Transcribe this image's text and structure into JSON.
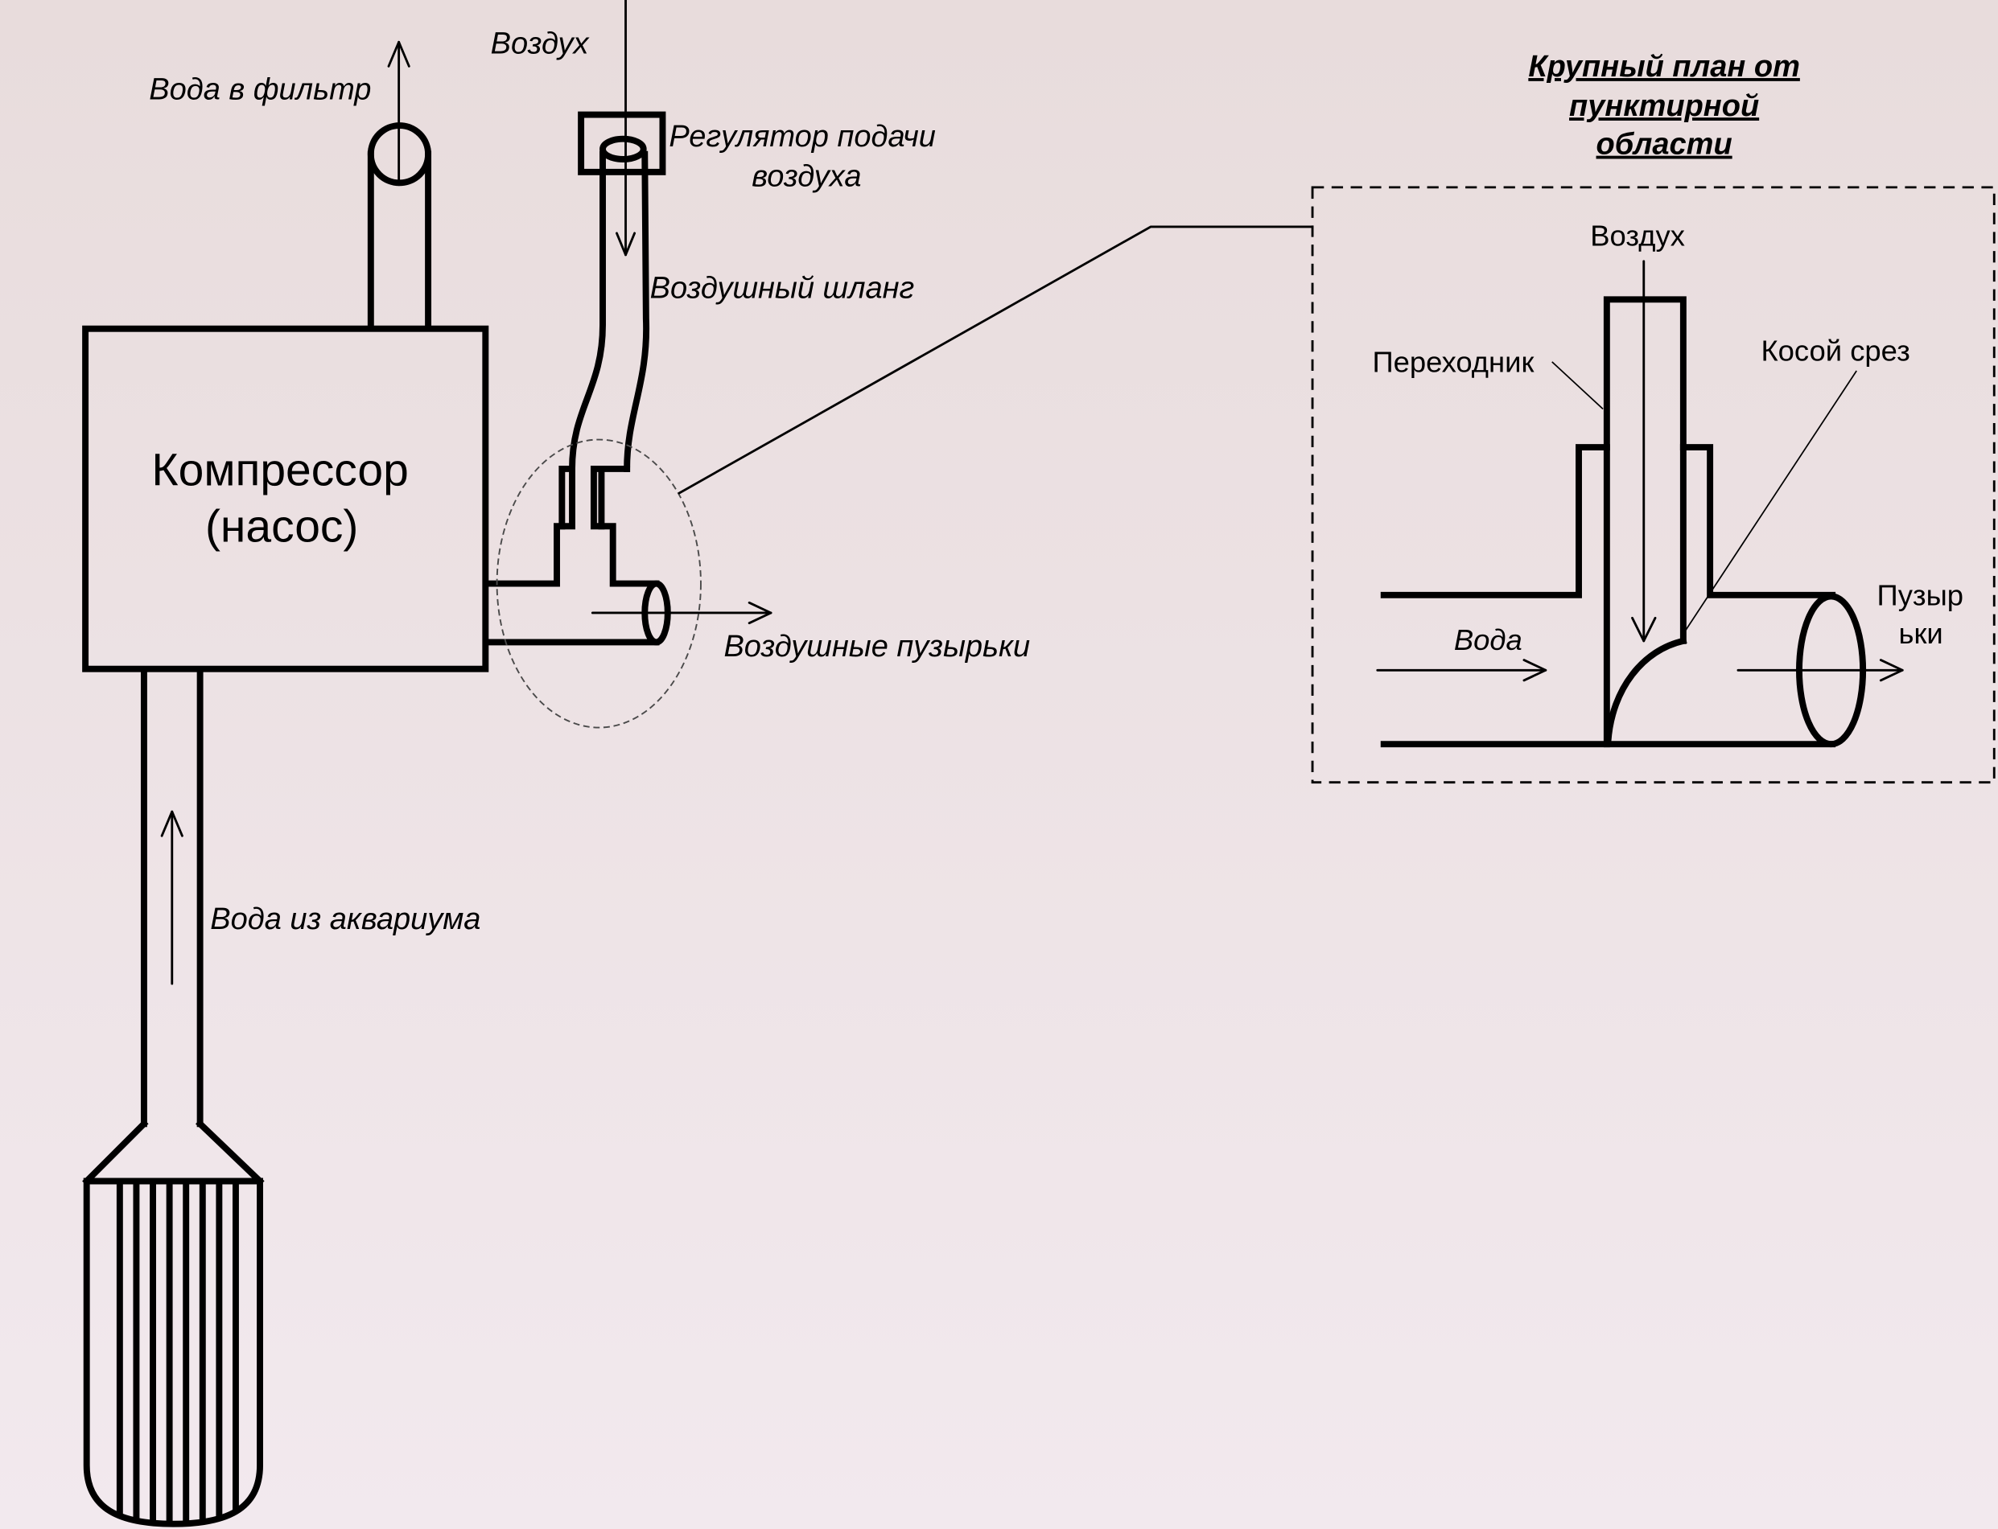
{
  "labels": {
    "water_to_filter": "Вода в фильтр",
    "air_top": "Воздух",
    "regulator_line1": "Регулятор подачи",
    "regulator_line2": "воздуха",
    "air_hose": "Воздушный шланг",
    "compressor_line1": "Компрессор",
    "compressor_line2": "(насос)",
    "air_bubbles": "Воздушные пузырьки",
    "water_from_aquarium": "Вода из аквариума"
  },
  "closeup": {
    "title_lines": [
      "Крупный план от",
      "пунктирной",
      "области"
    ],
    "air": "Воздух",
    "adapter": "Переходник",
    "oblique_cut": "Косой срез",
    "water": "Вода",
    "bubbles_line1": "Пузыр",
    "bubbles_line2": "ьки"
  },
  "colors": {
    "background_top": "#e8dcdc",
    "background_bottom": "#f2e9ee",
    "stroke": "#000000"
  }
}
